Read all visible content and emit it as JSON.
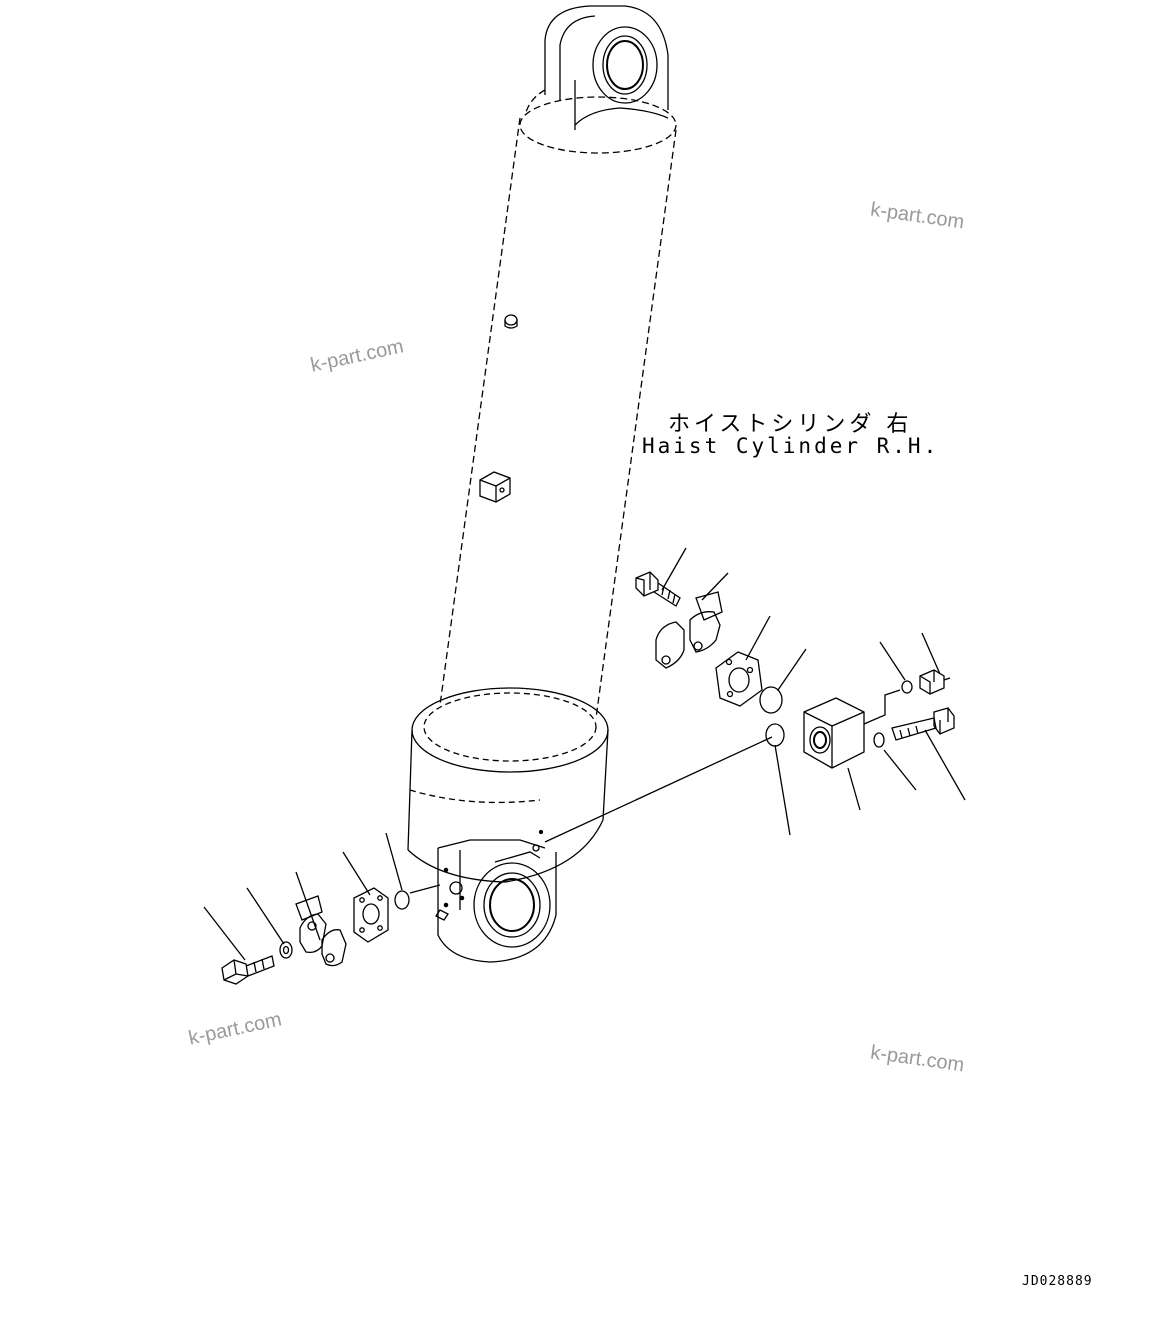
{
  "title": {
    "japanese": "ホイストシリンダ 右",
    "english": "Haist Cylinder R.H."
  },
  "drawing_code": "JD028889",
  "watermarks": [
    "k-part.com",
    "k-part.com",
    "k-part.com",
    "k-part.com"
  ],
  "colors": {
    "line": "#000000",
    "watermark": "#9a9a9a",
    "background": "#ffffff"
  }
}
